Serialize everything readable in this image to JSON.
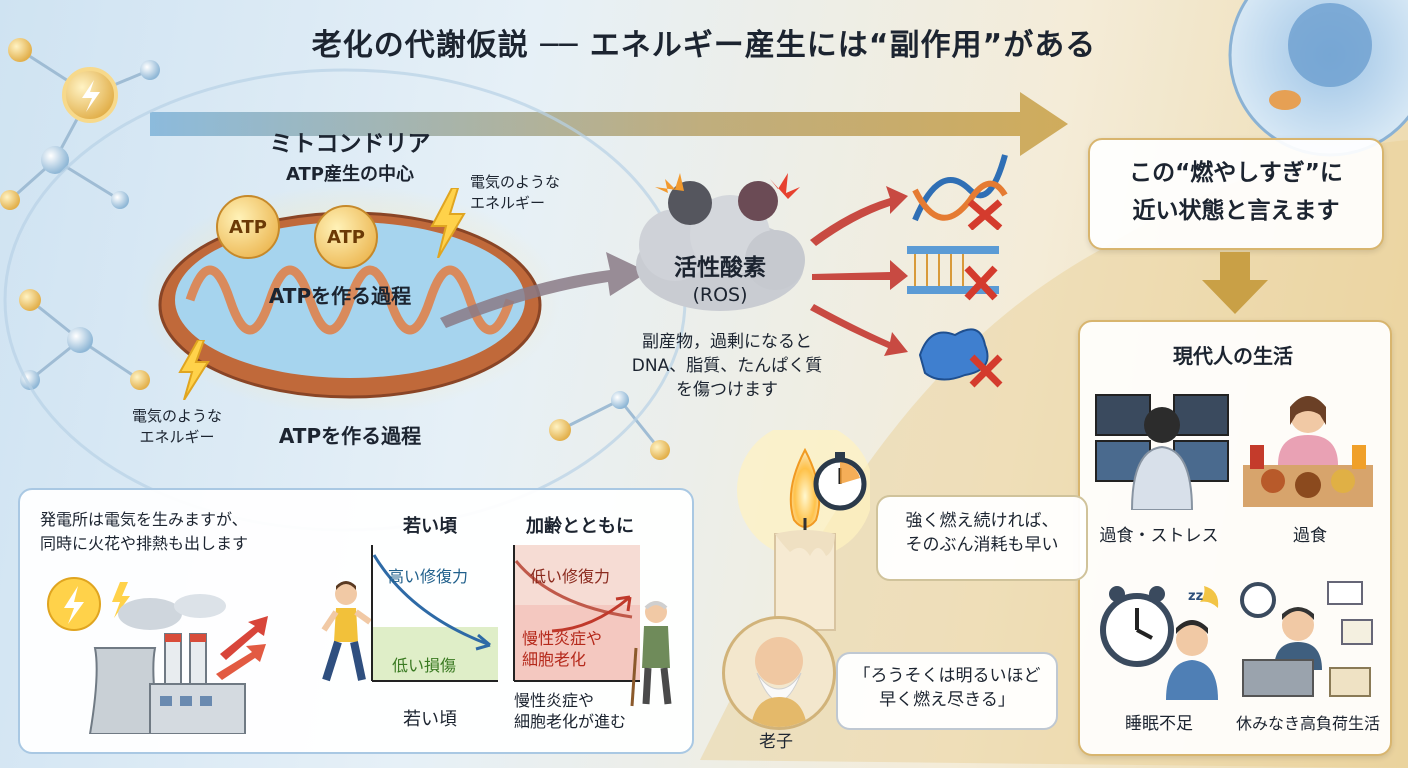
{
  "title": "老化の代謝仮説 ── エネルギー産生には“副作用”がある",
  "mito": {
    "title": "ミトコンドリア",
    "subtitle": "ATP産生の中心",
    "atp1": "ATP",
    "atp2": "ATP",
    "process_inside": "ATPを作る過程",
    "process_below": "ATPを作る過程",
    "energy_top": [
      "電気のような",
      "エネルギー"
    ],
    "energy_left": [
      "電気のような",
      "エネルギー"
    ]
  },
  "ros": {
    "label": "活性酸素",
    "abbr": "(ROS)",
    "note": [
      "副産物，過剰になると",
      "DNA、脂質、たんぱく質",
      "を傷つけます"
    ]
  },
  "analogy_panel": {
    "text": [
      "発電所は電気を生みますが、",
      "同時に火花や排熱も出します"
    ],
    "young": {
      "header": "若い頃",
      "repair": "高い修復力",
      "damage": "低い損傷",
      "footer": "若い頃"
    },
    "aging": {
      "header": "加齢とともに",
      "repair": "低い修復力",
      "damage": [
        "慢性炎症や",
        "細胞老化"
      ],
      "footer": [
        "慢性炎症や",
        "細胞老化が進む"
      ]
    }
  },
  "candle": {
    "bubble": [
      "強く燃え続ければ、",
      "そのぶん消耗も早い"
    ]
  },
  "laozi": {
    "quote": [
      "「ろうそくは明るいほど",
      "早く燃え尽きる」"
    ],
    "name": "老子"
  },
  "burn_box": [
    "この“燃やしすぎ”に",
    "近い状態と言えます"
  ],
  "modern": {
    "title": "現代人の生活",
    "items": [
      "過食・ストレス",
      "過食",
      "睡眠不足",
      "休みなき高負荷生活"
    ]
  },
  "colors": {
    "gold": "#d4a64a",
    "blue_accent": "#1f5f8b",
    "red_accent": "#c0392b",
    "green": "#5fa84a"
  }
}
